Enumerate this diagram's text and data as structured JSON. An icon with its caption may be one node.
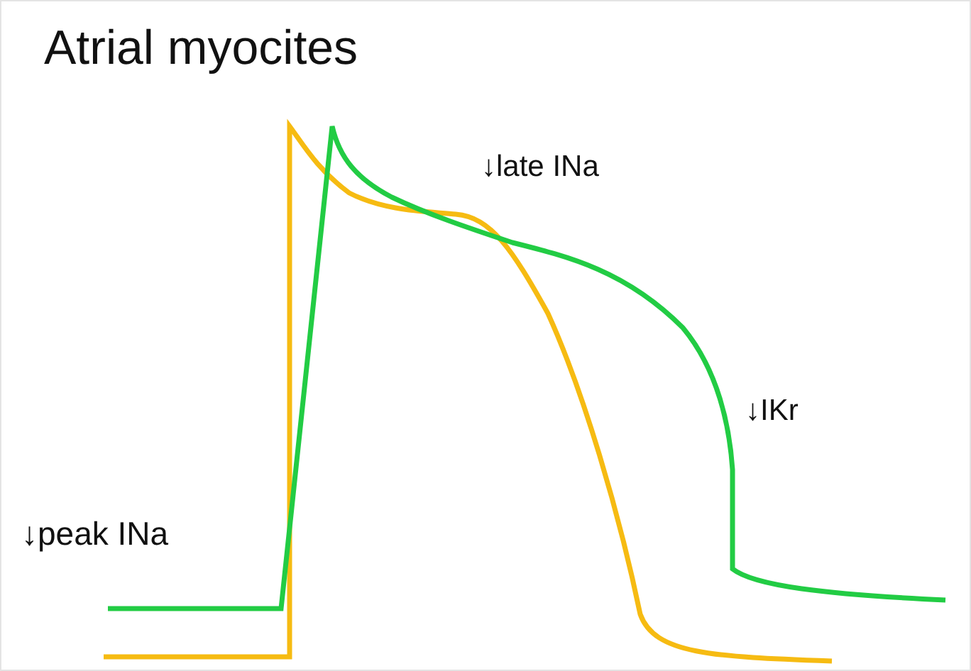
{
  "diagram": {
    "title": "Atrial myocites",
    "labels": [
      "↓late INa",
      "↓IKr",
      "↓peak INa"
    ]
  }
}
